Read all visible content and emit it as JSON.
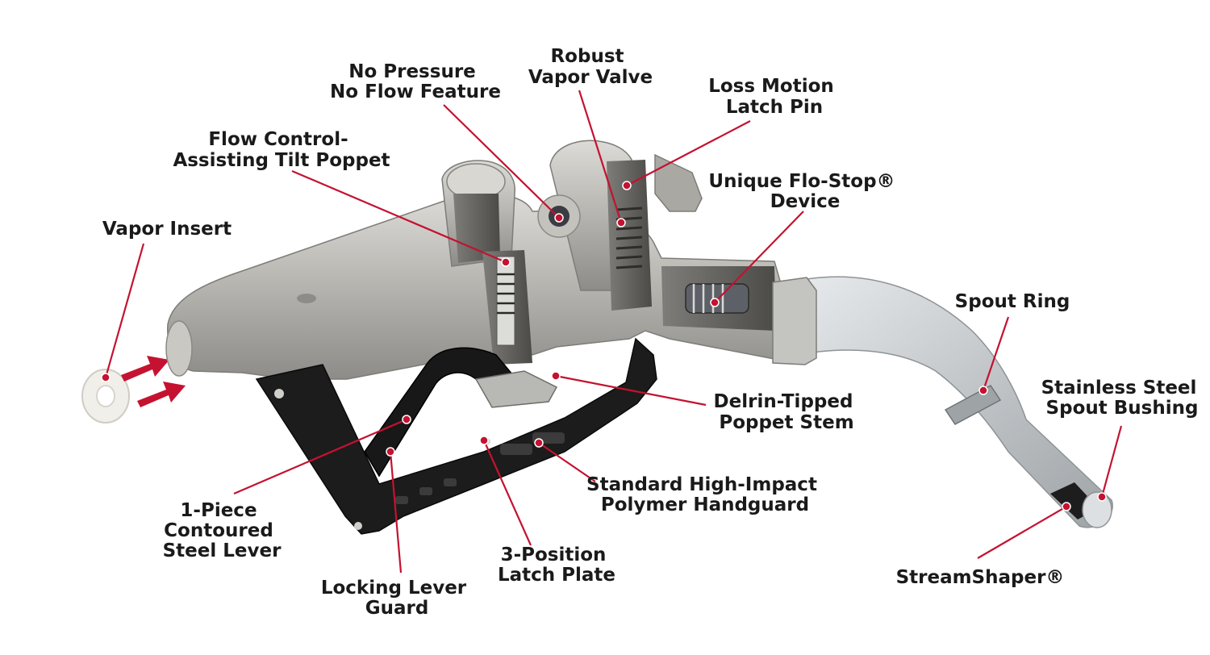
{
  "colors": {
    "accent": "#c41230",
    "text": "#1a1a1a",
    "metal": "#b7b6b2",
    "spout": "#cfd2d4",
    "handguard": "#1c1c1c",
    "insert": "#f1efe9"
  },
  "labels": {
    "vapor_insert": [
      "Vapor Insert"
    ],
    "flow_control": [
      "Flow Control-",
      "Assisting Tilt Poppet"
    ],
    "no_pressure": [
      "No Pressure",
      "No Flow Feature"
    ],
    "robust_vapor": [
      "Robust",
      "Vapor Valve"
    ],
    "loss_motion": [
      "Loss Motion",
      "Latch Pin"
    ],
    "flo_stop": [
      "Unique Flo-Stop®",
      "Device"
    ],
    "spout_ring": [
      "Spout Ring"
    ],
    "stainless": [
      "Stainless Steel",
      "Spout Bushing"
    ],
    "delrin": [
      "Delrin-Tipped",
      "Poppet Stem"
    ],
    "handguard": [
      "Standard High-Impact",
      "Polymer Handguard"
    ],
    "steel_lever": [
      "1-Piece",
      "Contoured",
      "Steel Lever"
    ],
    "latch_plate": [
      "3-Position",
      "Latch Plate"
    ],
    "locking_guard": [
      "Locking Lever",
      "Guard"
    ],
    "streamshaper": [
      "StreamShaper®"
    ]
  }
}
